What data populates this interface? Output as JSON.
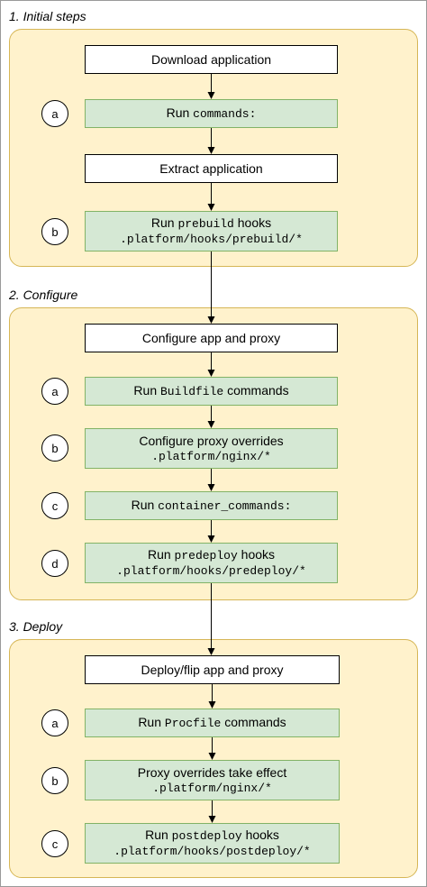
{
  "sections": [
    {
      "title": "1. Initial steps",
      "steps": [
        {
          "type": "plain",
          "text": "Download application"
        },
        {
          "type": "run",
          "badge": "a",
          "prefix": "Run",
          "code": "commands:",
          "suffix": "",
          "path": ""
        },
        {
          "type": "plain",
          "text": "Extract application"
        },
        {
          "type": "run",
          "badge": "b",
          "prefix": "Run",
          "code": "prebuild",
          "suffix": "hooks",
          "path": ".platform/hooks/prebuild/*"
        }
      ]
    },
    {
      "title": "2. Configure",
      "steps": [
        {
          "type": "plain",
          "text": "Configure app and proxy"
        },
        {
          "type": "run",
          "badge": "a",
          "prefix": "Run",
          "code": "Buildfile",
          "suffix": "commands",
          "path": ""
        },
        {
          "type": "text-path",
          "badge": "b",
          "text": "Configure proxy overrides",
          "path": ".platform/nginx/*"
        },
        {
          "type": "run",
          "badge": "c",
          "prefix": "Run",
          "code": "container_commands:",
          "suffix": "",
          "path": ""
        },
        {
          "type": "run",
          "badge": "d",
          "prefix": "Run",
          "code": "predeploy",
          "suffix": "hooks",
          "path": ".platform/hooks/predeploy/*"
        }
      ]
    },
    {
      "title": "3. Deploy",
      "steps": [
        {
          "type": "plain",
          "text": "Deploy/flip app and proxy"
        },
        {
          "type": "run",
          "badge": "a",
          "prefix": "Run",
          "code": "Procfile",
          "suffix": "commands",
          "path": ""
        },
        {
          "type": "text-path",
          "badge": "b",
          "text": "Proxy overrides take effect",
          "path": ".platform/nginx/*"
        },
        {
          "type": "run",
          "badge": "c",
          "prefix": "Run",
          "code": "postdeploy",
          "suffix": "hooks",
          "path": ".platform/hooks/postdeploy/*"
        }
      ]
    }
  ],
  "colors": {
    "panel_fill": "#fff2cc",
    "panel_border": "#d6b656",
    "step_fill": "#d5e8d4",
    "step_border": "#82b366"
  }
}
